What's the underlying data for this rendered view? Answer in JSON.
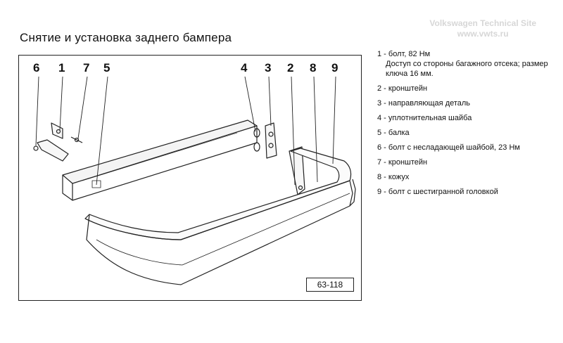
{
  "title": "Снятие и установка заднего бампера",
  "watermark": {
    "line1": "Volkswagen Technical Site",
    "line2": "www.vwts.ru"
  },
  "figure_number": "63-118",
  "callouts": [
    "6",
    "1",
    "7",
    "5",
    "4",
    "3",
    "2",
    "8",
    "9"
  ],
  "legend": [
    {
      "num": "1",
      "text": "болт, 82 Нм",
      "note": "Доступ со стороны багажного отсека; размер ключа 16 мм."
    },
    {
      "num": "2",
      "text": "кронштейн"
    },
    {
      "num": "3",
      "text": "направляющая деталь"
    },
    {
      "num": "4",
      "text": "уплотнительная шайба"
    },
    {
      "num": "5",
      "text": "балка"
    },
    {
      "num": "6",
      "text": "болт с несладающей шайбой, 23 Нм"
    },
    {
      "num": "7",
      "text": "кронштейн"
    },
    {
      "num": "8",
      "text": "кожух"
    },
    {
      "num": "9",
      "text": "болт с шестигранной головкой"
    }
  ]
}
